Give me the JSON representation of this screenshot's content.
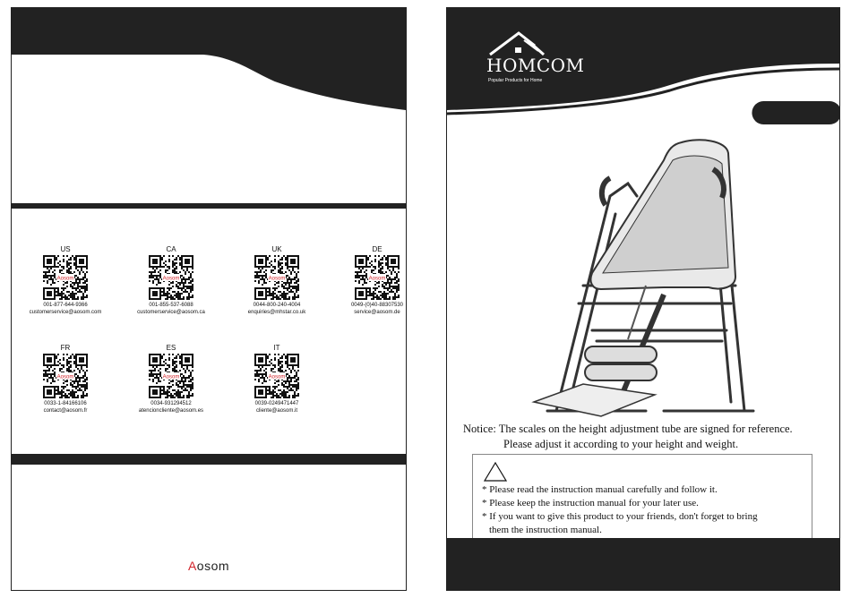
{
  "left_page": {
    "contacts": [
      {
        "country": "US",
        "phone": "001-877-644-9366",
        "email": "customerservice@aosom.com"
      },
      {
        "country": "CA",
        "phone": "001-855-537-6088",
        "email": "customerservice@aosom.ca"
      },
      {
        "country": "UK",
        "phone": "0044-800-240-4004",
        "email": "enquiries@mhstar.co.uk"
      },
      {
        "country": "DE",
        "phone": "0049-(0)40-88307530",
        "email": "service@aosom.de"
      },
      {
        "country": "FR",
        "phone": "0033-1-84166106",
        "email": "contact@aosom.fr"
      },
      {
        "country": "ES",
        "phone": "0034-931294512",
        "email": "atencioncliente@aosom.es"
      },
      {
        "country": "IT",
        "phone": "0039-0249471447",
        "email": "cliente@aosom.it"
      }
    ],
    "qr_label": "Aosom",
    "brand": {
      "first_letter": "A",
      "rest": "osom"
    }
  },
  "right_page": {
    "brand_name": "HOMCOM",
    "brand_tagline": "Popular Products for Home",
    "notice": {
      "line1": "Notice: The scales on the height adjustment tube are signed for reference.",
      "line2": "Please adjust it according to your height and weight."
    },
    "warnings": [
      "* Please read the instruction manual carefully and follow it.",
      "* Please keep the instruction manual for your later use.",
      "* If you want to give this product to your friends, don't forget to bring",
      "them the instruction manual."
    ]
  },
  "colors": {
    "dark": "#222222",
    "accent": "#d2232a",
    "box_border": "#888888"
  }
}
